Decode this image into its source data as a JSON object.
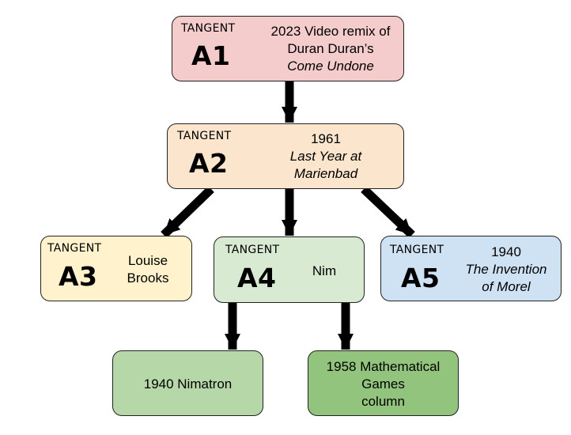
{
  "nodes": {
    "a1": {
      "tag": "TANGENT",
      "code": "A1",
      "year": "2023 Video remix of",
      "line2": "Duran Duran’s",
      "title": "Come Undone",
      "color": "#f4cccc"
    },
    "a2": {
      "tag": "TANGENT",
      "code": "A2",
      "year": "1961",
      "title1": "Last Year at",
      "title2": "Marienbad",
      "color": "#fce5cd"
    },
    "a3": {
      "tag": "TANGENT",
      "code": "A3",
      "line1": "Louise",
      "line2": "Brooks",
      "color": "#fff2cc"
    },
    "a4": {
      "tag": "TANGENT",
      "code": "A4",
      "label": "Nim",
      "color": "#d9ead3"
    },
    "a5": {
      "tag": "TANGENT",
      "code": "A5",
      "year": "1940",
      "title1": "The Invention",
      "title2": "of Morel",
      "color": "#cfe2f3"
    },
    "nimatron": {
      "label": "1940 Nimatron",
      "color": "#b6d7a8"
    },
    "games": {
      "line1": "1958 Mathematical",
      "line2": "Games",
      "line3": "column",
      "color": "#93c47d"
    }
  },
  "edges": [
    {
      "from": "A1",
      "to": "A2"
    },
    {
      "from": "A2",
      "to": "A3"
    },
    {
      "from": "A2",
      "to": "A4"
    },
    {
      "from": "A2",
      "to": "A5"
    },
    {
      "from": "A4",
      "to": "1940 Nimatron"
    },
    {
      "from": "A4",
      "to": "1958 Mathematical Games column"
    }
  ]
}
